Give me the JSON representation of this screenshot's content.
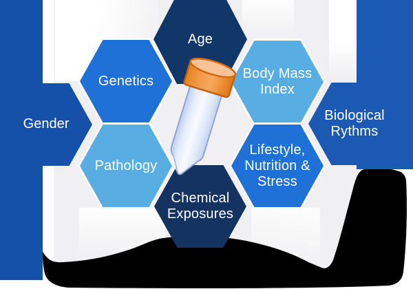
{
  "diagram": {
    "title_hidden": "",
    "center_icon": "sample-tube-icon",
    "hexagons": [
      {
        "id": "age",
        "label": [
          "Age"
        ],
        "color": "#113769"
      },
      {
        "id": "genetics",
        "label": [
          "Genetics"
        ],
        "color": "#1F70D7"
      },
      {
        "id": "body-mass-index",
        "label": [
          "Body Mass",
          "Index"
        ],
        "color": "#58ADE3"
      },
      {
        "id": "gender",
        "label": [
          "Gender"
        ],
        "color": "#1551A8"
      },
      {
        "id": "biological-rythms",
        "label": [
          "Biological",
          "Rythms"
        ],
        "color": "#1C59B3"
      },
      {
        "id": "pathology",
        "label": [
          "Pathology"
        ],
        "color": "#58ADE3"
      },
      {
        "id": "lifestyle",
        "label": [
          "Lifestyle,",
          "Nutrition &",
          "Stress"
        ],
        "color": "#1F70D7"
      },
      {
        "id": "chemical-exposures",
        "label": [
          "Chemical",
          "Exposures"
        ],
        "color": "#143360"
      }
    ],
    "colors": {
      "page_background": "#ffffff",
      "panel_gray": "#f0f0f2",
      "shadow_swoosh": "#000000",
      "left_band_blue": "#1551A8",
      "right_band_blue": "#1C59B3",
      "tube_cap_orange": "#EE8F35",
      "tube_cap_top": "#F8C396",
      "tube_cap_outline": "#C2600F",
      "tube_body_light_blue": "#EDF3FC",
      "tube_body_outline": "#8FA3D6",
      "label_text": "#ffffff"
    }
  }
}
